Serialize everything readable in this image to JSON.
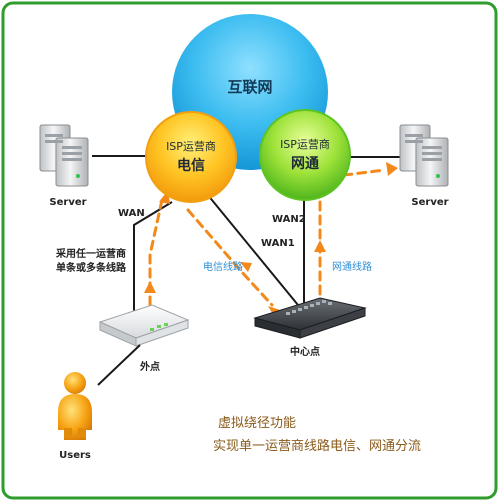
{
  "internet": {
    "label": "互联网"
  },
  "isp_telecom": {
    "line1": "ISP运营商",
    "line2": "电信"
  },
  "isp_netcom": {
    "line1": "ISP运营商",
    "line2": "网通"
  },
  "left_server": {
    "label": "Server"
  },
  "right_server": {
    "label": "Server"
  },
  "links": {
    "wan": "WAN",
    "wan1": "WAN1",
    "wan2": "WAN2",
    "telecom_line": "电信线路",
    "netcom_line": "网通线路"
  },
  "note_left": {
    "line1": "采用任一运营商",
    "line2": "单条或多条线路"
  },
  "outpoint": {
    "label": "外点"
  },
  "center_point": {
    "label": "中心点"
  },
  "users": {
    "label": "Users"
  },
  "caption": {
    "line1": "虚拟绕径功能",
    "line2": "实现单一运营商线路电信、网通分流"
  },
  "colors": {
    "border": "#2e9d2e",
    "internet_blue": "#37b8ec",
    "telecom_orange": "#f6a40d",
    "netcom_green": "#5cc423",
    "route_dash": "#f3891b",
    "label_blue": "#2f8fd6",
    "caption_brown": "#8a5b1a"
  }
}
